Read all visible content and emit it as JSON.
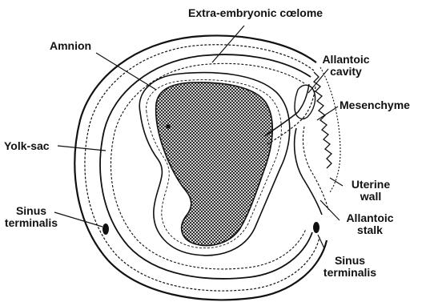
{
  "labels": {
    "extra_embryonic_coelome": "Extra-embryonic cœlome",
    "amnion": "Amnion",
    "allantoic_cavity": [
      "Allantoic",
      "cavity"
    ],
    "mesenchyme": "Mesenchyme",
    "yolk_sac": "Yolk-sac",
    "uterine_wall": [
      "Uterine",
      "wall"
    ],
    "sinus_terminalis_left": [
      "Sinus",
      "terminalis"
    ],
    "allantoic_stalk": [
      "Allantoic",
      "stalk"
    ],
    "sinus_terminalis_right": [
      "Sinus",
      "terminalis"
    ]
  },
  "colors": {
    "ink": "#111111",
    "paper": "#ffffff"
  }
}
